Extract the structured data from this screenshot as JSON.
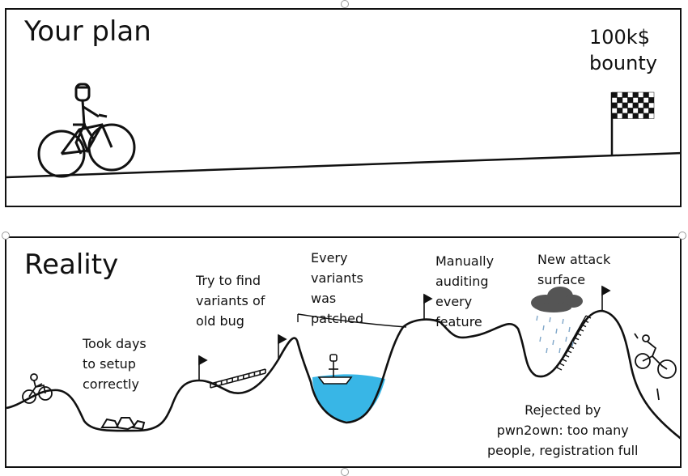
{
  "top_panel": {
    "title": "Your plan",
    "goal_label": "100k$\nbounty"
  },
  "bottom_panel": {
    "title": "Reality",
    "stages": [
      {
        "label": "Took days\nto setup\ncorrectly"
      },
      {
        "label": "Try to find\nvariants of\nold bug"
      },
      {
        "label": "Every\nvariants\nwas\npatched"
      },
      {
        "label": "Manually\nauditing\nevery\nfeature"
      },
      {
        "label": "New attack\nsurface"
      },
      {
        "label": "Rejected by\npwn2own: too many\npeople, registration full"
      }
    ]
  },
  "colors": {
    "ink": "#111111",
    "water": "#38b6e6",
    "cloud": "#555555",
    "rain": "#7fa6c9"
  }
}
